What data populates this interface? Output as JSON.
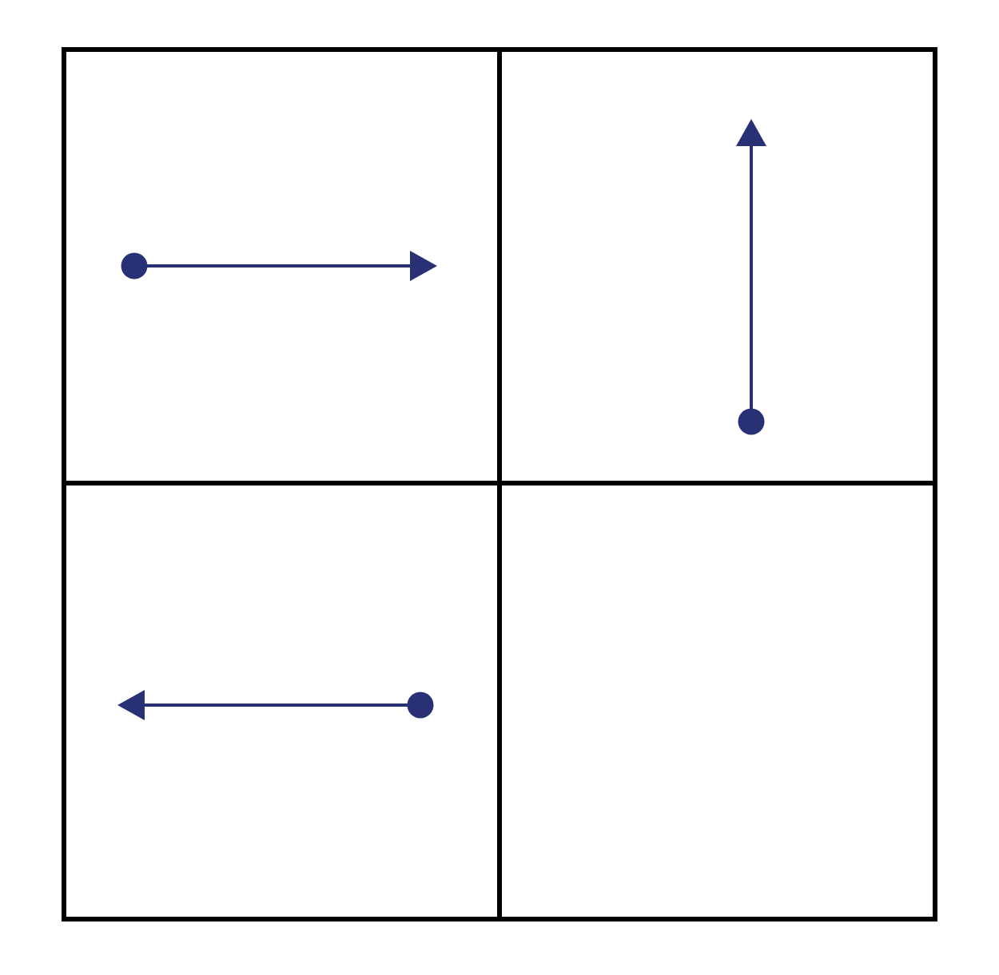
{
  "colors": {
    "background": "#ffffff",
    "grid_line": "#000000",
    "arrow": "#283175"
  },
  "grid": {
    "rows": 2,
    "cols": 2
  },
  "panels": [
    {
      "position": "top-left",
      "arrow_direction": "right",
      "has_arrow": true
    },
    {
      "position": "top-right",
      "arrow_direction": "up",
      "has_arrow": true
    },
    {
      "position": "bottom-left",
      "arrow_direction": "left",
      "has_arrow": true
    },
    {
      "position": "bottom-right",
      "arrow_direction": "none",
      "has_arrow": false
    }
  ]
}
